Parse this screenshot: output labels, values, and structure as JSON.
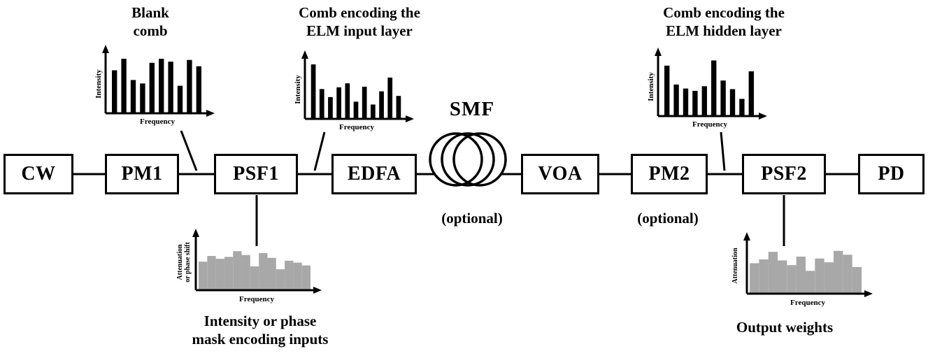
{
  "figure": {
    "chain": [
      "CW",
      "PM1",
      "PSF1",
      "EDFA",
      "VOA",
      "PM2",
      "PSF2",
      "PD"
    ],
    "smf_label": "SMF",
    "optional_smf": "(optional)",
    "optional_pm2": "(optional)",
    "line_color": "#000000"
  },
  "chart_data": [
    {
      "type": "bar",
      "title_line1": "Blank",
      "title_line2": "comb",
      "ylabel": "Intensity",
      "xlabel": "Frequency",
      "color": "#000000",
      "ylim": [
        0,
        1
      ],
      "grid": false,
      "values": [
        0.75,
        0.95,
        0.58,
        0.52,
        0.88,
        0.95,
        0.9,
        0.48,
        0.93,
        0.82
      ]
    },
    {
      "type": "bar",
      "title_line1": "Comb encoding the",
      "title_line2": "ELM input layer",
      "ylabel": "Intensity",
      "xlabel": "Frequency",
      "color": "#000000",
      "ylim": [
        0,
        1
      ],
      "grid": false,
      "values": [
        0.95,
        0.52,
        0.38,
        0.55,
        0.62,
        0.3,
        0.56,
        0.25,
        0.48,
        0.72,
        0.4
      ]
    },
    {
      "type": "bar",
      "title_line1": "Comb encoding the",
      "title_line2": "ELM hidden layer",
      "ylabel": "Intensity",
      "xlabel": "Frequency",
      "color": "#000000",
      "ylim": [
        0,
        1
      ],
      "grid": false,
      "values": [
        0.88,
        0.55,
        0.48,
        0.44,
        0.52,
        0.97,
        0.62,
        0.47,
        0.3,
        0.78
      ]
    },
    {
      "type": "bar",
      "caption_line1": "Intensity or phase",
      "caption_line2": "mask encoding inputs",
      "ylabel_line1": "Attenuation",
      "ylabel_line2": "or phase shift",
      "xlabel": "Frequency",
      "color": "#a8a8a8",
      "ylim": [
        0,
        1
      ],
      "grid": false,
      "values": [
        0.6,
        0.72,
        0.66,
        0.7,
        0.82,
        0.74,
        0.5,
        0.78,
        0.68,
        0.44,
        0.62,
        0.58,
        0.52
      ]
    },
    {
      "type": "bar",
      "caption": "Output weights",
      "ylabel": "Attenuation",
      "xlabel": "Frequency",
      "color": "#a8a8a8",
      "ylim": [
        0,
        1
      ],
      "grid": false,
      "values": [
        0.64,
        0.72,
        0.88,
        0.7,
        0.6,
        0.78,
        0.48,
        0.74,
        0.66,
        0.9,
        0.82,
        0.56
      ]
    }
  ]
}
